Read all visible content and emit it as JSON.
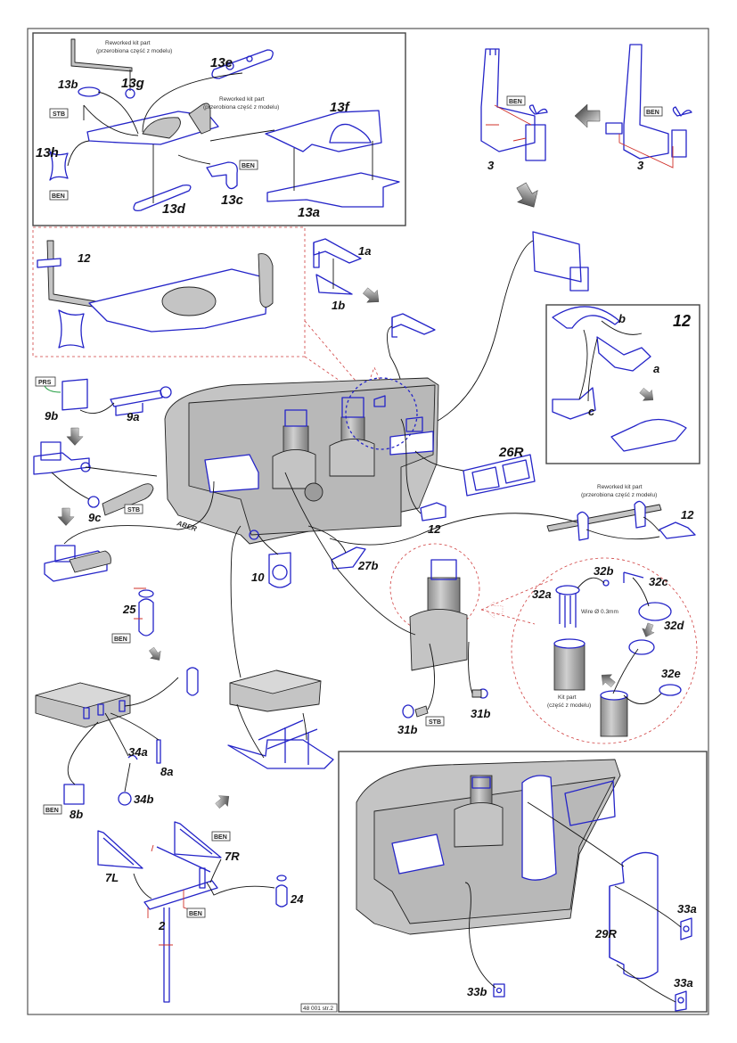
{
  "document": {
    "type": "model kit assembly instructions",
    "brand_mark": "ABER",
    "page_ref": "48 001 str.2"
  },
  "tags": {
    "ben": "BEN",
    "stb": "STB",
    "prs": "PRS"
  },
  "notes": {
    "reworked_en": "Reworked kit part",
    "reworked_pl": "(przerobiona część z modelu)",
    "kit_part_en": "Kit part",
    "kit_part_pl": "(część z modelu)",
    "wire": "Wire Ø 0.3mm"
  },
  "panels": {
    "top_left": {
      "parts": [
        "13a",
        "13b",
        "13c",
        "13d",
        "13e",
        "13f",
        "13g",
        "13h"
      ]
    },
    "top_right": {
      "parts": [
        "3",
        "3"
      ]
    },
    "detail_12": {
      "title": "12",
      "subparts": [
        "a",
        "b",
        "c"
      ]
    },
    "bottom_right": {
      "parts": [
        "29R",
        "33a",
        "33a",
        "33b"
      ]
    }
  },
  "labels": {
    "p13a": "13a",
    "p13b": "13b",
    "p13c": "13c",
    "p13d": "13d",
    "p13e": "13e",
    "p13f": "13f",
    "p13g": "13g",
    "p13h": "13h",
    "p3": "3",
    "p12": "12",
    "p1a": "1a",
    "p1b": "1b",
    "p9a": "9a",
    "p9b": "9b",
    "p9c": "9c",
    "p26R": "26R",
    "p10": "10",
    "p27b": "27b",
    "p25": "25",
    "p31b": "31b",
    "p32a": "32a",
    "p32b": "32b",
    "p32c": "32c",
    "p32d": "32d",
    "p32e": "32e",
    "p34a": "34a",
    "p34b": "34b",
    "p8a": "8a",
    "p8b": "8b",
    "p7L": "7L",
    "p7R": "7R",
    "p2": "2",
    "p24": "24",
    "p29R": "29R",
    "p33a": "33a",
    "p33b": "33b",
    "sub_a": "a",
    "sub_b": "b",
    "sub_c": "c"
  }
}
